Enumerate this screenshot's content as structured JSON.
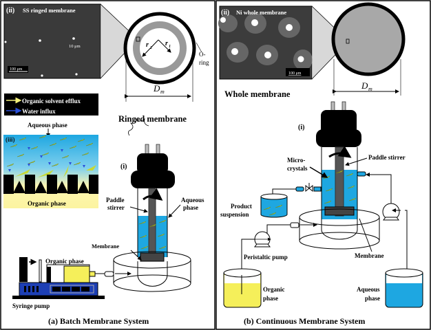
{
  "panel_a": {
    "caption": "(a) Batch Membrane System",
    "micrograph": {
      "tag": "(ii)",
      "title": "SS ringed membrane",
      "pore_label": "10 μm",
      "scale_bar": "100 μm"
    },
    "ring_diagram": {
      "r1": "r",
      "r1_sub": "1",
      "r2": "r",
      "r2_sub": "2",
      "oring": [
        "O-",
        "ring"
      ],
      "diameter": "D",
      "diameter_sub": "m",
      "title": "Ringed membrane"
    },
    "legend": [
      {
        "label": "Organic solvent efflux",
        "color": "#f2f07a"
      },
      {
        "label": "Water influx",
        "color": "#2a4fd8"
      }
    ],
    "inset": {
      "tag": "(iii)",
      "top_label": "Aqueous phase",
      "bottom_label": "Organic phase"
    },
    "vessel": {
      "tag": "(i)",
      "paddle": [
        "Paddle",
        "stirrer"
      ],
      "aqueous": [
        "Aqueous",
        "phase"
      ],
      "membrane": "Membrane"
    },
    "pump": {
      "organic": "Organic phase",
      "syringe": "Syringe pump"
    }
  },
  "panel_b": {
    "caption": "(b) Continuous Membrane System",
    "micrograph": {
      "tag": "(ii)",
      "title": "Ni whole membrane",
      "scale_bar": "100 μm"
    },
    "disk": {
      "diameter": "D",
      "diameter_sub": "m",
      "title": "Whole membrane"
    },
    "vessel": {
      "tag": "(i)",
      "micro": [
        "Micro-",
        "crystals"
      ],
      "paddle": "Paddle stirrer",
      "membrane": "Membrane"
    },
    "product": [
      "Product",
      "suspension"
    ],
    "peristaltic": "Peristaltic pump",
    "organic": [
      "Organic",
      "phase"
    ],
    "aqueous": [
      "Aqueous",
      "phase"
    ]
  },
  "colors": {
    "water": "#1ea7e1",
    "organic": "#f7f28a",
    "yellow_phase": "#f5ef5a",
    "pump_blue": "#1d3fb5",
    "crystal": "#b8cc2a"
  }
}
